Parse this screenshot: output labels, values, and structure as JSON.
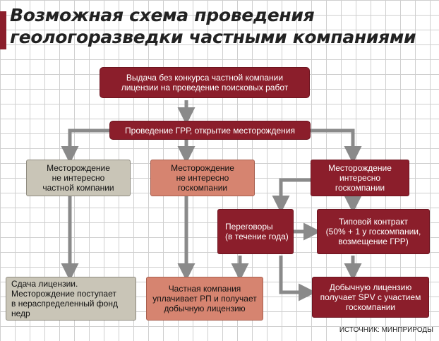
{
  "title": {
    "line1": "Возможная схема проведения",
    "line2": "геологоразведки частными компаниями"
  },
  "nodes": {
    "license_issue": "Выдача без конкурса частной компании\nлицензии на проведение поисковых работ",
    "exploration": "Проведение ГРР,  открытие месторождения",
    "not_private": "Месторождение\nне интересно\nчастной компании",
    "not_state": "Месторождение\nне интересно\nгоскомпании",
    "interesting_state": "Месторождение\nинтересно\nгоскомпании",
    "negotiations": "Переговоры\n(в течение года)",
    "standard_contract": "Типовой контракт\n(50% + 1 у госкомпании,\nвозмещение ГРР)",
    "surrender": "Сдача лицензии.\nМесторождение поступает\nв нераспределенный фонд недр",
    "private_pays": "Частная компания\nуплачивает РП и получает\nдобычную лицензию",
    "spv_license": "Добычную лицензию\nполучает SPV с участием\nгоскомпании"
  },
  "source": "ИСТОЧНИК: МИНПРИРОДЫ",
  "colors": {
    "dark_red": "#8b1e2b",
    "grey": "#c9c5b7",
    "salmon": "#d68470",
    "arrow": "#8a8a8a"
  }
}
